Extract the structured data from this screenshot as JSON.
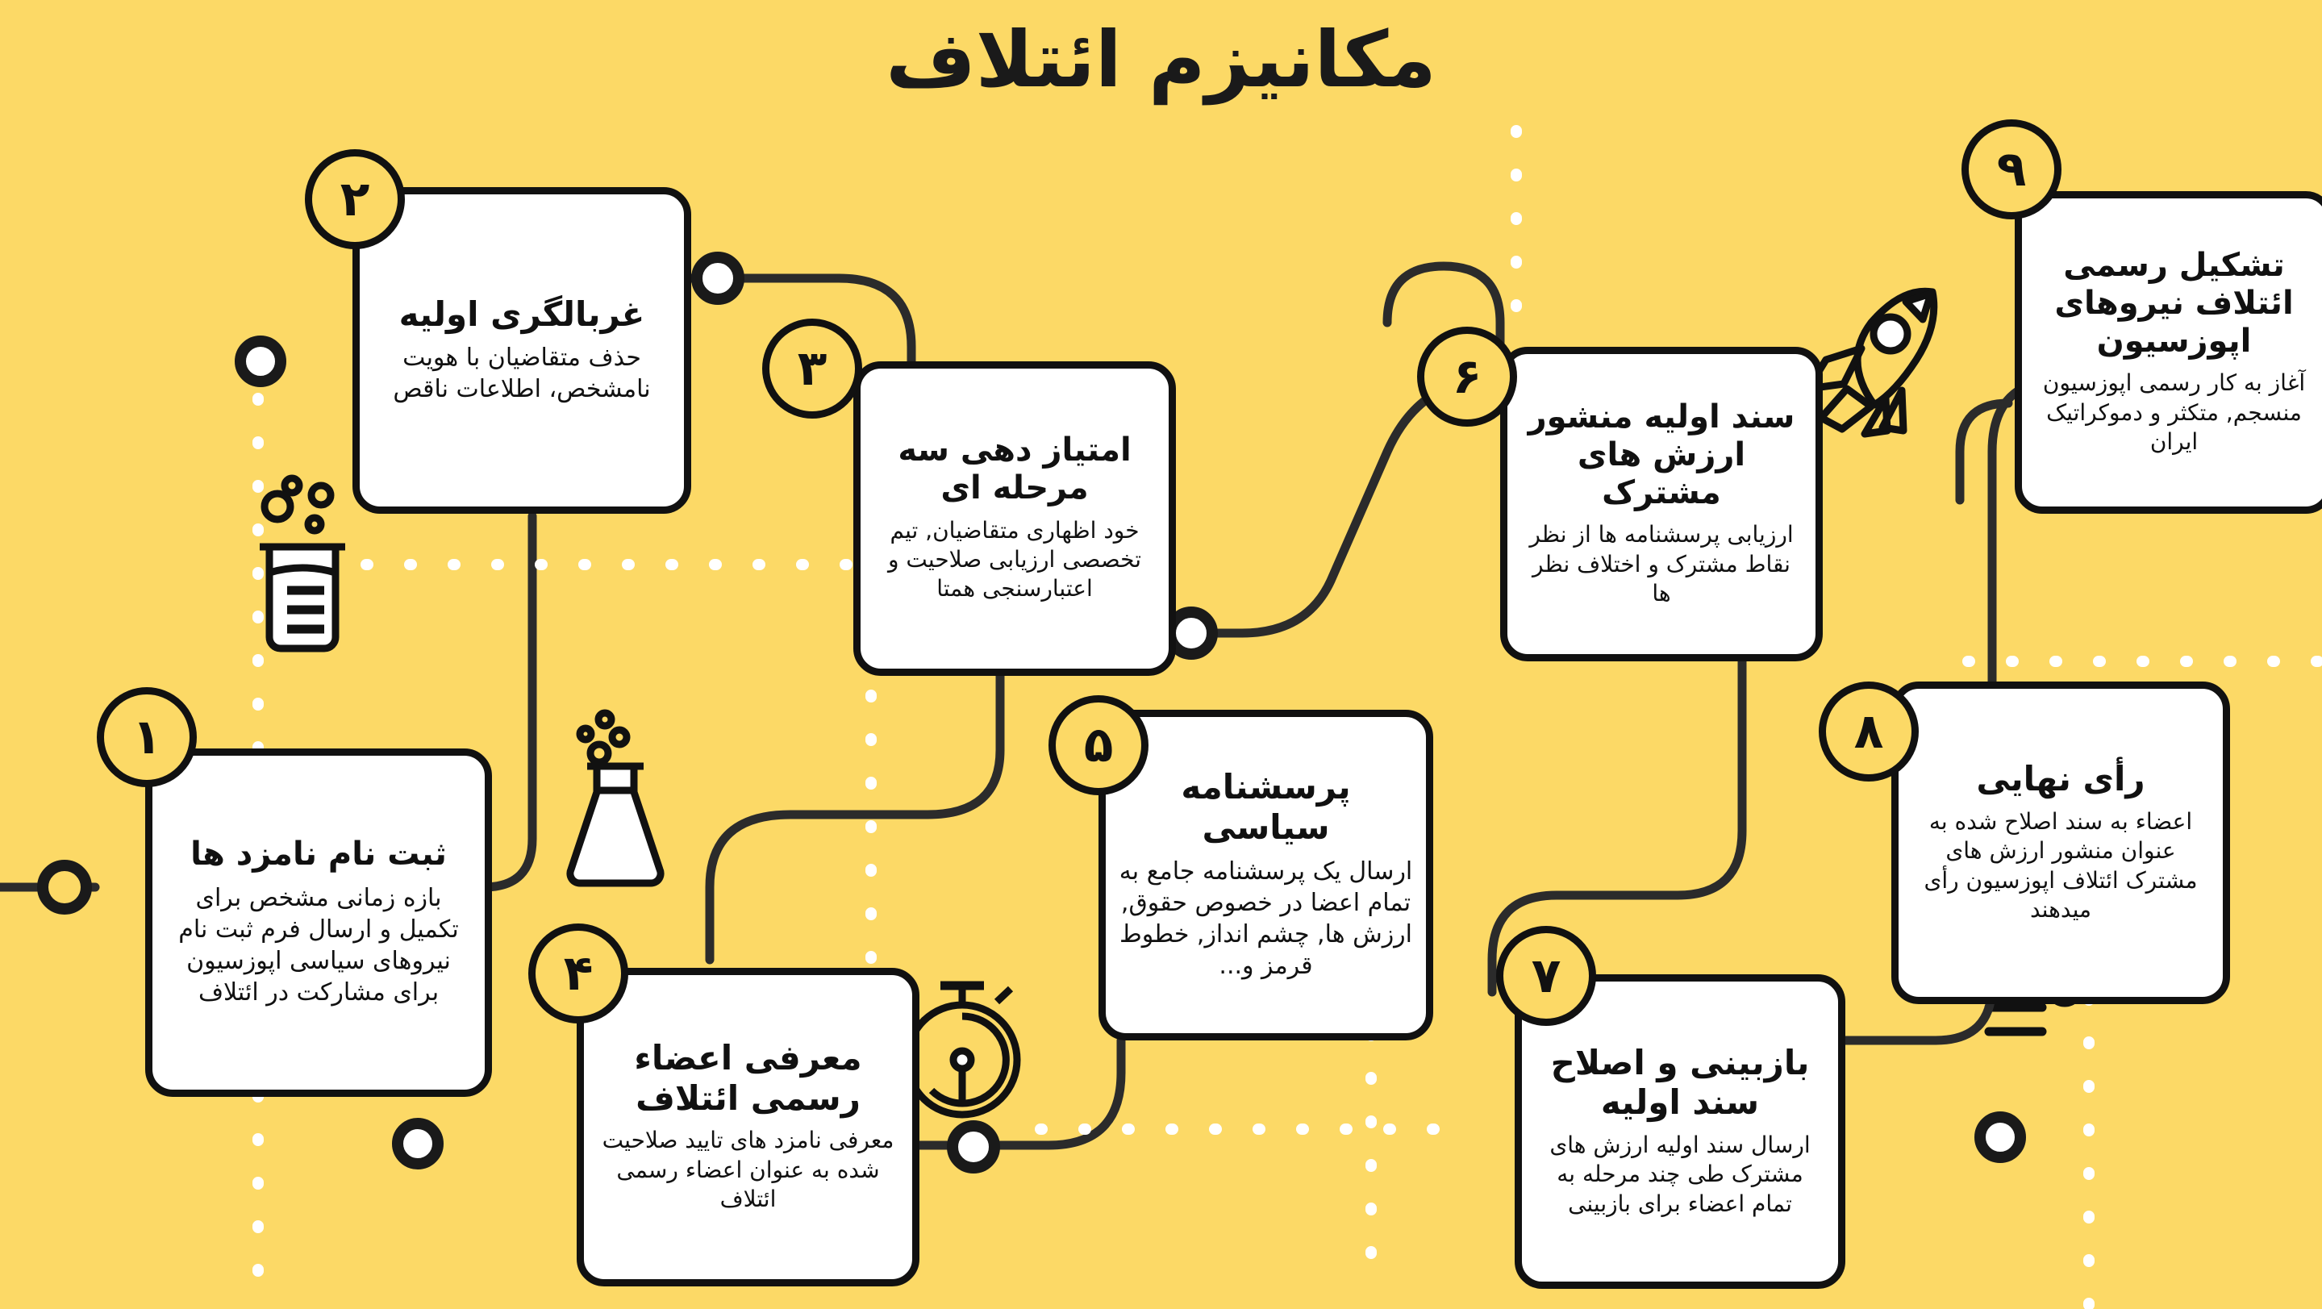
{
  "page": {
    "title": "مکانیزم ائتلاف",
    "background_color": "#FCD966",
    "card_color": "#FFFFFF",
    "line_color": "#111111",
    "dotted_color": "#FFFFFF"
  },
  "steps": [
    {
      "number": "۱",
      "title": "ثبت نام نامزد ها",
      "body": "بازه زمانی مشخص برای تکمیل و ارسال فرم ثبت نام نیروهای سیاسی اپوزسیون برای مشارکت در ائتلاف"
    },
    {
      "number": "۲",
      "title": "غربالگری اولیه",
      "body": "حذف متقاضیان با هویت نامشخص، اطلاعات ناقص"
    },
    {
      "number": "۳",
      "title": "امتیاز دهی سه مرحله ای",
      "body": "خود اظهاری متقاضیان, تیم تخصصی ارزیابی صلاحیت و اعتبارسنجی همتا"
    },
    {
      "number": "۴",
      "title": "معرفی اعضاء رسمی ائتلاف",
      "body": "معرفی نامزد های تایید صلاحیت شده به عنوان اعضاء رسمی ائتلاف"
    },
    {
      "number": "۵",
      "title": "پرسشنامه سیاسی",
      "body": "ارسال یک پرسشنامه جامع به تمام اعضا در خصوص حقوق, ارزش ها, چشم انداز, خطوط قرمز و..."
    },
    {
      "number": "۶",
      "title": "سند اولیه منشور ارزش های مشترک",
      "body": "ارزیابی پرسشنامه ها از نظر نقاط مشترک و اختلاف نظر ها"
    },
    {
      "number": "۷",
      "title": "بازبینی و اصلاح سند اولیه",
      "body": "ارسال سند اولیه ارزش های مشترک طی چند مرحله به تمام اعضاء برای بازبینی"
    },
    {
      "number": "۸",
      "title": "رأی نهایی",
      "body": "اعضاء به سند اصلاح شده به عنوان منشور ارزش های مشترک ائتلاف اپوزسیون رأی میدهند"
    },
    {
      "number": "۹",
      "title": "تشکیل رسمی ائتلاف نیروهای اپوزسیون",
      "body": "آغاز به کار رسمی اپوزسیون منسجم, متکثر و دموکراتیک ایران"
    }
  ],
  "decorations": [
    {
      "name": "beaker-icon"
    },
    {
      "name": "flask-icon"
    },
    {
      "name": "stopwatch-icon"
    },
    {
      "name": "rocket-icon"
    },
    {
      "name": "lightbulb-icon"
    }
  ]
}
